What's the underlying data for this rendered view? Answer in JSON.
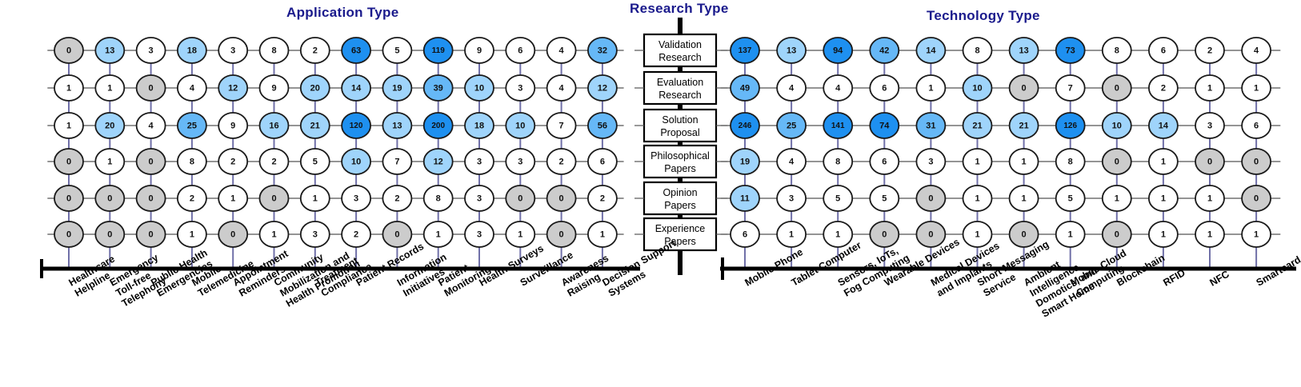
{
  "titles": {
    "application": "Application Type",
    "research": "Research Type",
    "technology": "Technology Type"
  },
  "colors": {
    "title": "#1a1a8c",
    "zero": "#cccccc",
    "zero_dark": "#9e9e9e",
    "empty": "#ffffff",
    "low": "#9fd4fb",
    "mid": "#66b8f7",
    "high": "#1e90f0",
    "stroke": "#1a1a1a",
    "connector": "#7070a8"
  },
  "chart_data": {
    "type": "heatmap",
    "title": "Application Type / Research Type / Technology Type bubble matrix",
    "rows": [
      "Validation Research",
      "Evaluation Research",
      "Solution Proposal",
      "Philosophical Papers",
      "Opinion Papers",
      "Experience Papers"
    ],
    "left": {
      "axis_title": "Application Type",
      "categories": [
        "Healthcare Helpline",
        "Emergency Toll-free Telephony",
        "Public Health Emergencies",
        "Mobile Telemedicine",
        "Appointment Reminders",
        "Community Mobilization and Health Promotion",
        "Treatment Compliance",
        "Patient Records",
        "Information Initiatives",
        "Patient Monitoring",
        "Health Surveys",
        "Surveillance",
        "Awareness Raising",
        "Decision Support Systems"
      ],
      "values": [
        [
          0,
          13,
          3,
          18,
          3,
          8,
          2,
          63,
          5,
          119,
          9,
          6,
          4,
          32
        ],
        [
          1,
          1,
          0,
          4,
          12,
          9,
          20,
          14,
          19,
          39,
          10,
          3,
          4,
          12
        ],
        [
          1,
          20,
          4,
          25,
          9,
          16,
          21,
          120,
          13,
          200,
          18,
          10,
          7,
          56
        ],
        [
          0,
          1,
          0,
          8,
          2,
          2,
          5,
          10,
          7,
          12,
          3,
          3,
          2,
          6
        ],
        [
          0,
          0,
          0,
          2,
          1,
          0,
          1,
          3,
          2,
          8,
          3,
          0,
          0,
          2
        ],
        [
          0,
          0,
          0,
          1,
          0,
          1,
          3,
          2,
          0,
          1,
          3,
          1,
          0,
          1
        ]
      ]
    },
    "right": {
      "axis_title": "Technology Type",
      "categories": [
        "Mobile Phone",
        "Tablet Computer",
        "Sensors, IoTs, Fog Computing",
        "Wearable Devices",
        "Medical Devices and Implants",
        "Short Messaging Service",
        "Ambient Intelligence, Domotics, and Smart Home",
        "Mobile Cloud Computing",
        "Blockchain",
        "RFID",
        "NFC",
        "Smartcard"
      ],
      "values": [
        [
          137,
          13,
          94,
          42,
          14,
          8,
          13,
          73,
          8,
          6,
          2,
          4
        ],
        [
          49,
          4,
          4,
          6,
          1,
          10,
          0,
          7,
          0,
          2,
          1,
          1
        ],
        [
          246,
          25,
          141,
          74,
          31,
          21,
          21,
          126,
          10,
          14,
          3,
          6
        ],
        [
          19,
          4,
          8,
          6,
          3,
          1,
          1,
          8,
          0,
          1,
          0,
          0
        ],
        [
          11,
          3,
          5,
          5,
          0,
          1,
          1,
          5,
          1,
          1,
          1,
          0
        ],
        [
          6,
          1,
          1,
          0,
          0,
          1,
          0,
          1,
          0,
          1,
          1,
          1
        ]
      ]
    },
    "legend": "none",
    "grid": false
  }
}
